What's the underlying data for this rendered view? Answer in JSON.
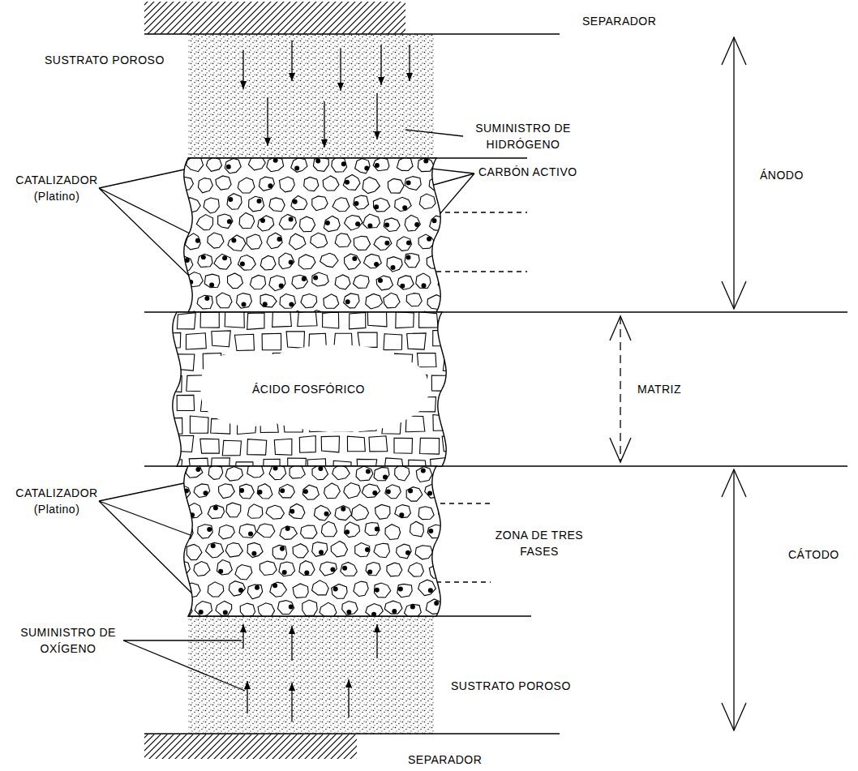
{
  "diagram": {
    "labels": [
      "SEPARADOR",
      "SUSTRATO POROSO",
      "SUMINISTRO DE HIDRÓGENO",
      "ÁNODO",
      "CATALIZADOR (Platino)",
      "CARBÓN ACTIVO",
      "ÁCIDO FOSFÓRICO",
      "MATRIZ",
      "CATALIZADOR (Platino)",
      "ZONA DE TRES FASES",
      "CÁTODO",
      "SUMINISTRO DE OXÍGENO",
      "SUSTRATO POROSO",
      "SEPARADOR"
    ]
  }
}
